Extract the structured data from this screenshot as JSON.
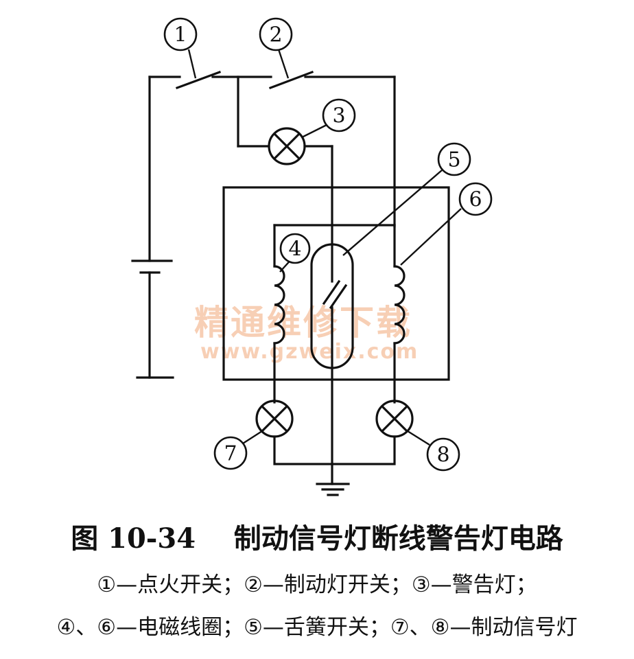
{
  "diagram": {
    "callouts": [
      "1",
      "2",
      "3",
      "4",
      "5",
      "6",
      "7",
      "8"
    ],
    "watermark": {
      "text": "精通维修下载",
      "url": "www.gzweix.com"
    }
  },
  "caption": {
    "title": "图 10-34    制动信号灯断线警告灯电路",
    "legend_line_1": "①—点火开关；②—制动灯开关；③—警告灯；",
    "legend_line_2": "④、⑥—电磁线圈；⑤—舌簧开关；⑦、⑧—制动信号灯"
  }
}
